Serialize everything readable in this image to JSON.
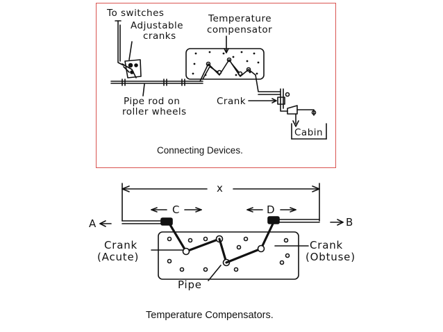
{
  "top_figure": {
    "labels": {
      "to_switches": "To switches",
      "adjustable_cranks_1": "Adjustable",
      "adjustable_cranks_2": "cranks",
      "temperature_compensator_1": "Temperature",
      "temperature_compensator_2": "compensator",
      "pipe_rod_1": "Pipe rod on",
      "pipe_rod_2": "roller wheels",
      "crank": "Crank",
      "cabin": "Cabin"
    },
    "caption": "Connecting Devices."
  },
  "bottom_figure": {
    "labels": {
      "x": "x",
      "c": "C",
      "d": "D",
      "a": "A",
      "b": "B",
      "crank_acute_1": "Crank",
      "crank_acute_2": "(Acute)",
      "crank_obtuse_1": "Crank",
      "crank_obtuse_2": "(Obtuse)",
      "pipe": "Pipe"
    },
    "caption": "Temperature Compensators."
  },
  "colors": {
    "frame_border": "#d9534f",
    "ink": "#111111"
  }
}
